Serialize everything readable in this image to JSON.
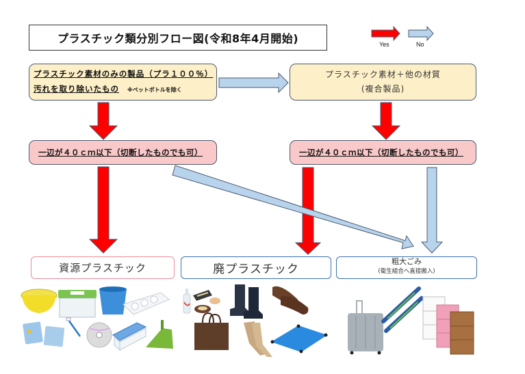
{
  "title": "プラスチック類分別フロー図(令和8年4月開始)",
  "legend": {
    "yes_label": "Yes",
    "no_label": "No",
    "yes_color": "#ff0000",
    "no_color": "#b8d3ec"
  },
  "sources": {
    "plastic_only": {
      "line1": "プラスチック素材のみの製品（プラ１００％）",
      "line2": "汚れを取り除いたもの",
      "note": "※ペットボトルを除く"
    },
    "composite": {
      "line1": "プラスチック素材＋他の材質",
      "line2": "(複合製品)"
    }
  },
  "size_check": {
    "left": "一辺が４０ｃｍ以下（切断したものでも可）",
    "right": "一辺が４０ｃｍ以下（切断したものでも可）"
  },
  "destinations": {
    "resource_plastic": "資源プラスチック",
    "waste_plastic": "廃プラスチック",
    "bulky_waste": "粗大ごみ",
    "bulky_waste_note": "(衛生組合へ直接搬入)"
  },
  "colors": {
    "source_fill": "#fdf0c8",
    "size_fill": "#f9c8c8",
    "resource_border": "#f08a9a",
    "waste_border": "#3a70b0"
  },
  "illustrations": {
    "resource_plastic": [
      "basin",
      "insect-case",
      "bucket",
      "egg-carton",
      "credit-card",
      "id-card",
      "toothbrush",
      "cd",
      "food-container",
      "dustpan"
    ],
    "waste_plastic": [
      "condiment-bottle",
      "food-tray",
      "food-cups",
      "rain-boots",
      "loafers",
      "tote-bag",
      "stockings",
      "tarp"
    ],
    "bulky_waste": [
      "suitcase",
      "skis",
      "shelf-white",
      "shelf-pink",
      "shelf-brown"
    ]
  }
}
